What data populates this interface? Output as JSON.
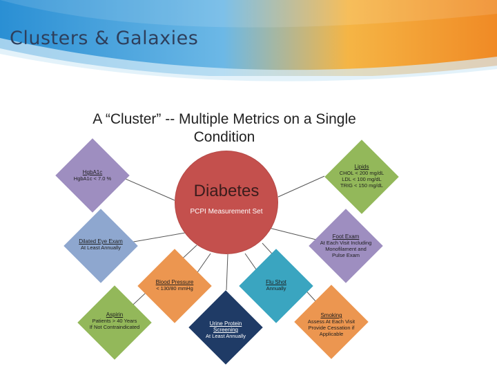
{
  "slide": {
    "title": "Clusters & Galaxies"
  },
  "diagram": {
    "title_line1": "A “Cluster” -- Multiple Metrics on a Single",
    "title_line2": "Condition",
    "center": {
      "title": "Diabetes",
      "subtitle": "PCPI Measurement Set"
    },
    "nodes": [
      {
        "title": "HgbA1c",
        "lines": [
          "HgbA1c < 7.0 %"
        ],
        "color": "#9e8ec0"
      },
      {
        "title": "Lipids",
        "lines": [
          "CHOL < 200 mg/dL",
          "LDL < 100 mg/dL",
          "TRIG < 150 mg/dL"
        ],
        "color": "#93b85a"
      },
      {
        "title": "Dilated Eye Exam",
        "lines": [
          "At Least Annually"
        ],
        "color": "#8ea7cf"
      },
      {
        "title": "Foot Exam",
        "lines": [
          "At Each Visit Including",
          "Monofilament and",
          "Pulse Exam"
        ],
        "color": "#9e8ec0"
      },
      {
        "title": "Blood Pressure",
        "lines": [
          "< 130/80 mmHg"
        ],
        "color": "#ec9650"
      },
      {
        "title": "Flu Shot",
        "lines": [
          "Annually"
        ],
        "color": "#3aa5c0"
      },
      {
        "title": "Aspirin",
        "lines": [
          "Patients > 40 Years",
          "If Not Contraindicated"
        ],
        "color": "#93b85a"
      },
      {
        "title": "Urine Protein Screening",
        "lines": [
          "At Least Annually"
        ],
        "color": "#1f3b66"
      },
      {
        "title": "Smoking",
        "lines": [
          "Assess At Each Visit",
          "Provide Cessation if",
          "Applicable"
        ],
        "color": "#ec9650"
      }
    ]
  }
}
